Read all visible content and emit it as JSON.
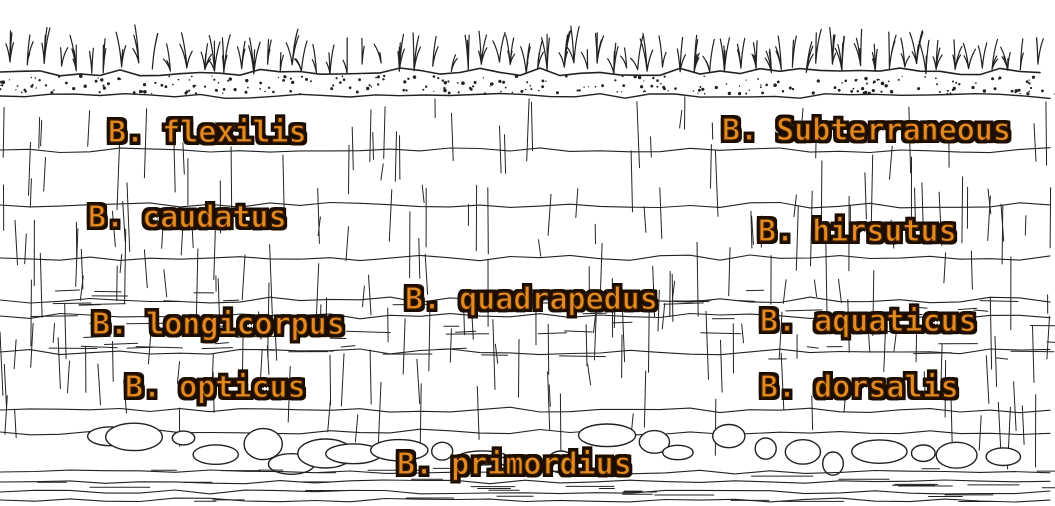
{
  "labels": {
    "flexilis": "B. flexilis",
    "subterraneous": "B. Subterraneous",
    "caudatus": "B. caudatus",
    "hirsutus": "B. hirsutus",
    "longicorpus": "B. longicorpus",
    "quadrapedus": "B. quadrapedus",
    "aquaticus": "B. aquaticus",
    "opticus": "B. opticus",
    "dorsalis": "B. dorsalis",
    "primordius": "B. primordius"
  },
  "colors": {
    "label_fill": "#e58a1f",
    "label_outline": "#1b0d00",
    "ink": "#222222",
    "background": "#ffffff"
  }
}
